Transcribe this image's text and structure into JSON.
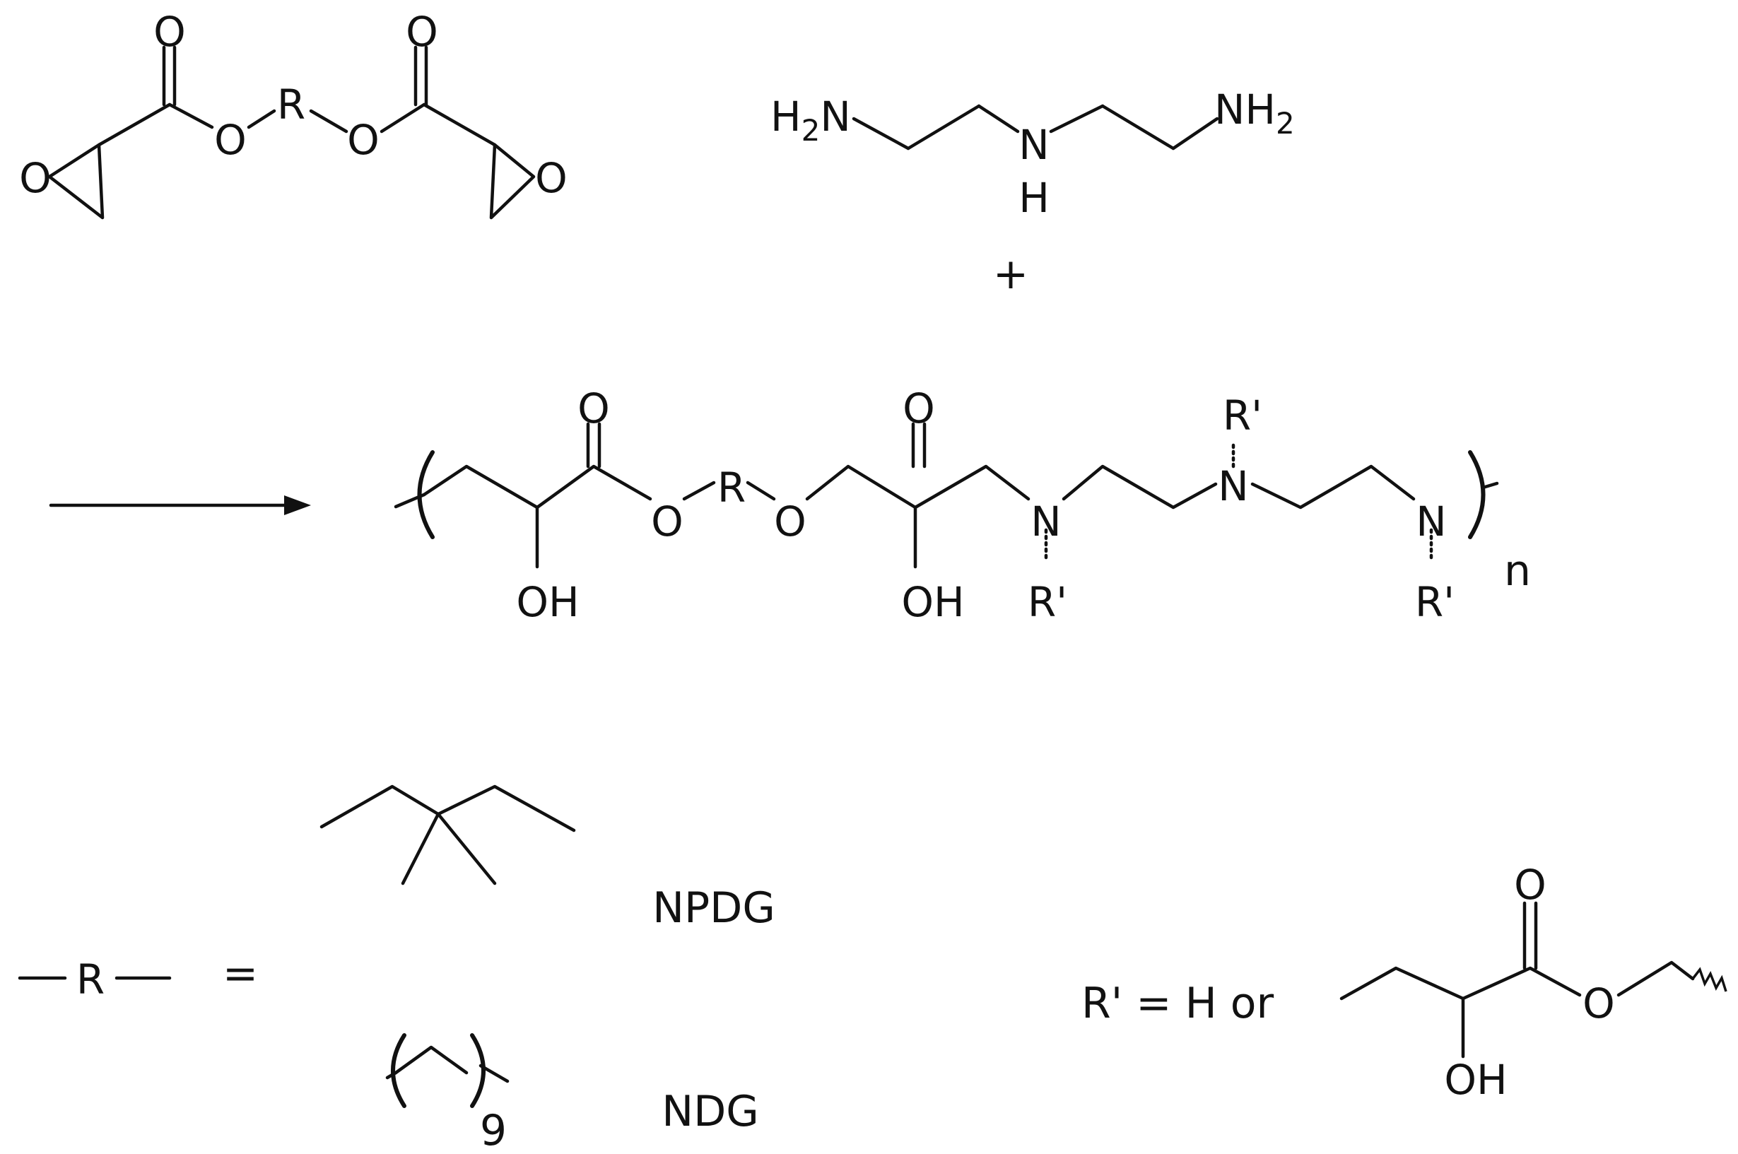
{
  "atoms": {
    "O": "O",
    "R": "R",
    "N": "N",
    "H": "H",
    "OH": "OH",
    "NH": "NH",
    "H_left": "H",
    "N_left": "N",
    "sub2": "2",
    "Rprime": "R'"
  },
  "scheme": {
    "plus": "+",
    "n": "n",
    "equals": "=",
    "repeat": "9",
    "rprime_def": "R' = H or"
  },
  "variants": {
    "npdg": "NPDG",
    "ndg": "NDG"
  }
}
